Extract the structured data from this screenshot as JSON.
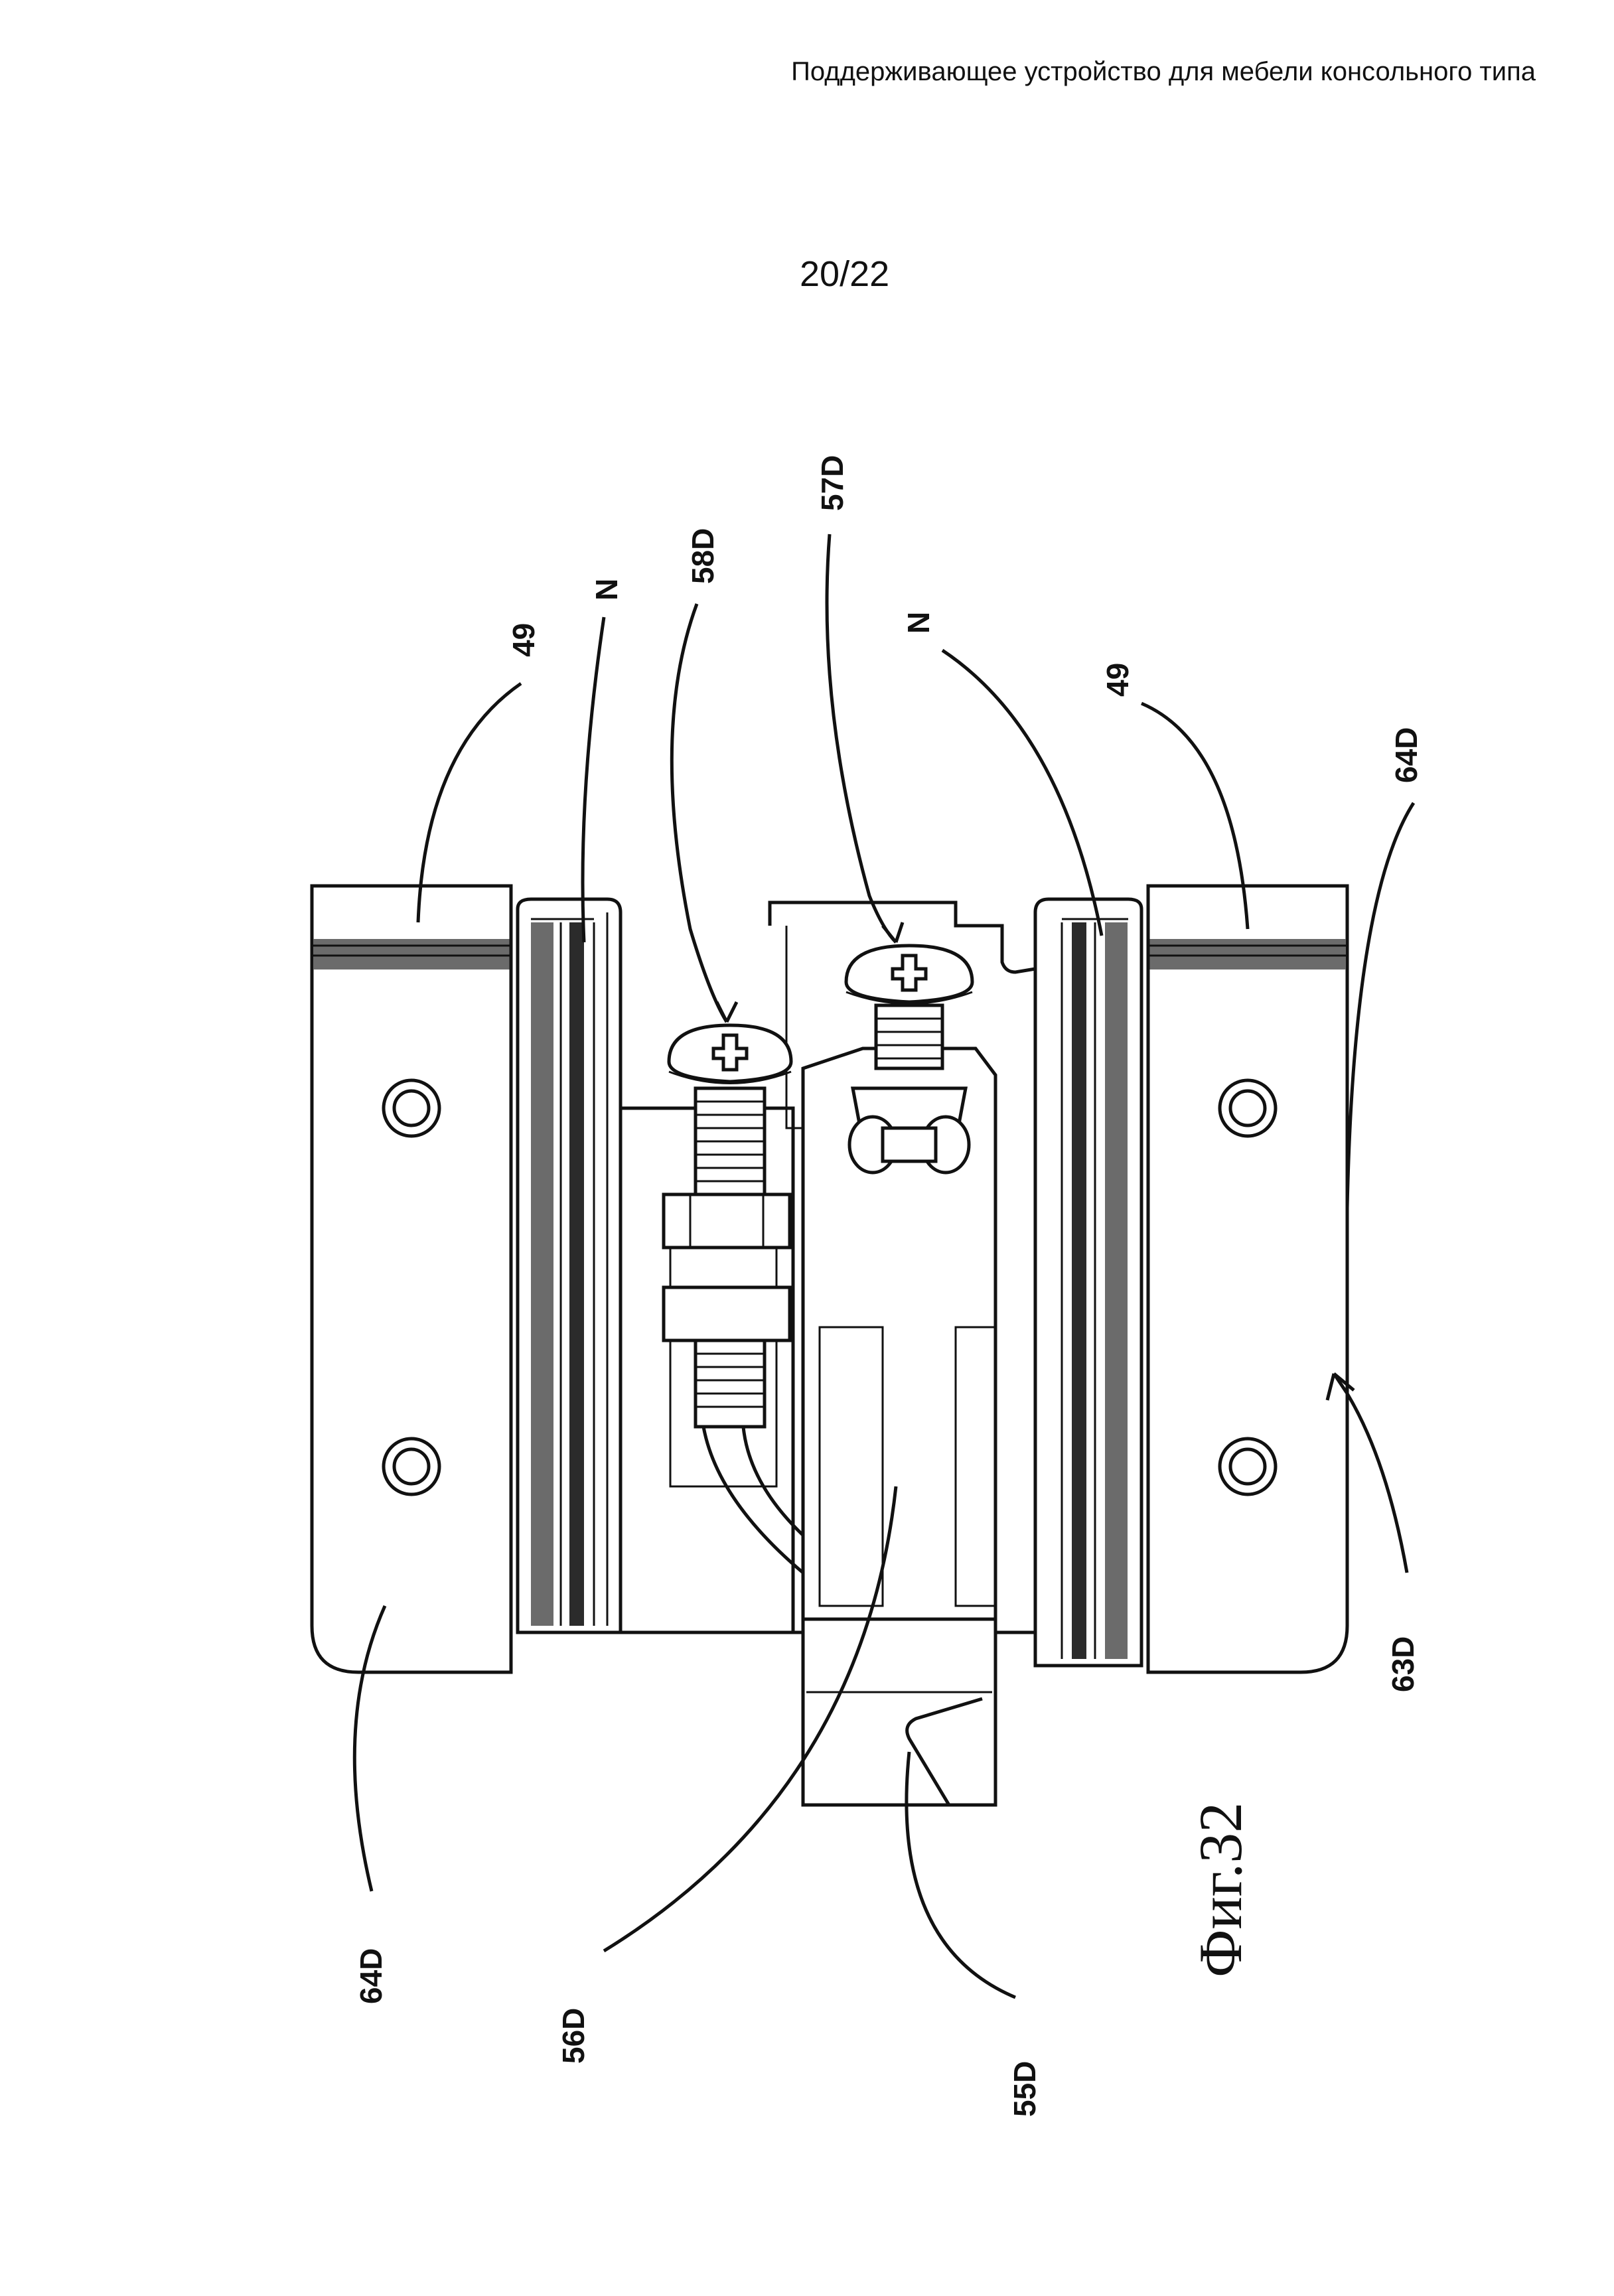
{
  "header": {
    "title": "Поддерживающее устройство для мебели консольного типа",
    "page_number": "20/22"
  },
  "figure": {
    "caption": "Фиг.32",
    "labels": {
      "l49_left": "49",
      "n_left": "N",
      "l58d": "58D",
      "l57d": "57D",
      "n_right": "N",
      "l49_right": "49",
      "l64d_right": "64D",
      "l63d": "63D",
      "l64d_left": "64D",
      "l56d": "56D",
      "l55d": "55D"
    }
  }
}
